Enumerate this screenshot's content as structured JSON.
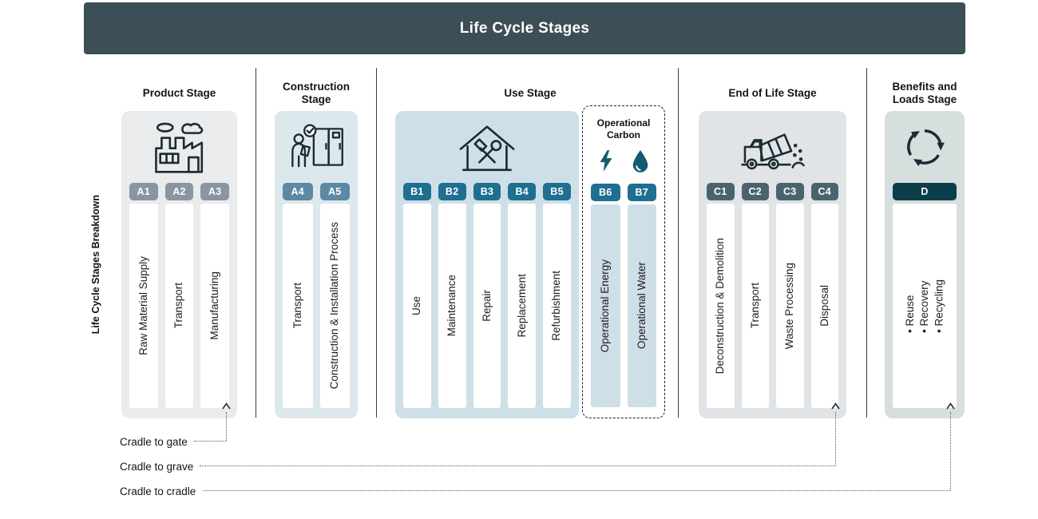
{
  "header": {
    "title": "Life Cycle Stages",
    "bg": "#3c4f57"
  },
  "sidebar_label": "Life Cycle Stages Breakdown",
  "stages": [
    {
      "key": "product-stage",
      "title": "Product Stage",
      "icon": "factory-icon",
      "container_color": "#e9ebec",
      "badge_color": "#8995a1",
      "columns": [
        {
          "code": "A1",
          "label": "Raw Material Supply"
        },
        {
          "code": "A2",
          "label": "Transport"
        },
        {
          "code": "A3",
          "label": "Manufacturing"
        }
      ]
    },
    {
      "key": "construction-stage",
      "title": "Construction Stage",
      "icon": "construction-worker-icon",
      "container_color": "#dde8ed",
      "badge_color": "#5c89a4",
      "columns": [
        {
          "code": "A4",
          "label": "Transport"
        },
        {
          "code": "A5",
          "label": "Construction & Installation Process"
        }
      ]
    },
    {
      "key": "use-stage",
      "title": "Use Stage",
      "icon": "house-repair-icon",
      "container_color": "#cfdfe8",
      "badge_color": "#1f6f90",
      "columns": [
        {
          "code": "B1",
          "label": "Use"
        },
        {
          "code": "B2",
          "label": "Maintenance"
        },
        {
          "code": "B3",
          "label": "Repair"
        },
        {
          "code": "B4",
          "label": "Replacement"
        },
        {
          "code": "B5",
          "label": "Refurbishment"
        }
      ],
      "subgroup": {
        "key": "operational-carbon",
        "title": "Operational Carbon",
        "icons": [
          "lightning-icon",
          "water-drop-icon"
        ],
        "icon_color": "#135a72",
        "badge_color": "#1f6f90",
        "column_color": "#cfdfe8",
        "columns": [
          {
            "code": "B6",
            "label": "Operational Energy"
          },
          {
            "code": "B7",
            "label": "Operational Water"
          }
        ]
      }
    },
    {
      "key": "end-of-life-stage",
      "title": "End of Life Stage",
      "icon": "dump-truck-icon",
      "container_color": "#e0e4e6",
      "badge_color": "#4a646e",
      "columns": [
        {
          "code": "C1",
          "label": "Deconstruction & Demolition"
        },
        {
          "code": "C2",
          "label": "Transport"
        },
        {
          "code": "C3",
          "label": "Waste Processing"
        },
        {
          "code": "C4",
          "label": "Disposal"
        }
      ]
    },
    {
      "key": "benefits-loads-stage",
      "title": "Benefits and Loads Stage",
      "icon": "recycling-icon",
      "container_color": "#d6dfdd",
      "badge_color": "#0b3e4a",
      "columns": [
        {
          "code": "D",
          "bullets": [
            "• Reuse",
            "• Recovery",
            "• Recycling"
          ]
        }
      ]
    }
  ],
  "footer": {
    "lines": [
      {
        "label": "Cradle to gate"
      },
      {
        "label": "Cradle to grave"
      },
      {
        "label": "Cradle to cradle"
      }
    ]
  }
}
